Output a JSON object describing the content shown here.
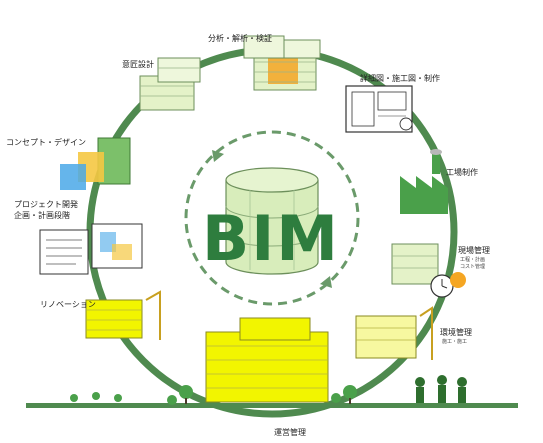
{
  "center": {
    "title": "BIM"
  },
  "stages": {
    "analysis": "分析・解析・検証",
    "design": "意匠設計",
    "detail": "詳細図・施工図・制作",
    "concept": "コンセプト・デザイン",
    "factory": "工場制作",
    "project_1": "プロジェクト開発",
    "project_2": "企画・計画段階",
    "cost": "現場管理",
    "cost_sub_1": "工程・計画",
    "cost_sub_2": "コスト管理",
    "renovation": "リノベーション",
    "environment": "環境管理",
    "environment_sub": "施工・施工",
    "operation": "運営管理"
  },
  "colors": {
    "green_dark": "#2e7d3e",
    "green_ring": "#4f8a4f",
    "green_light": "#cfe8a8",
    "yellow": "#f2f500",
    "orange": "#f5a623",
    "blue": "#4aa8e8"
  }
}
